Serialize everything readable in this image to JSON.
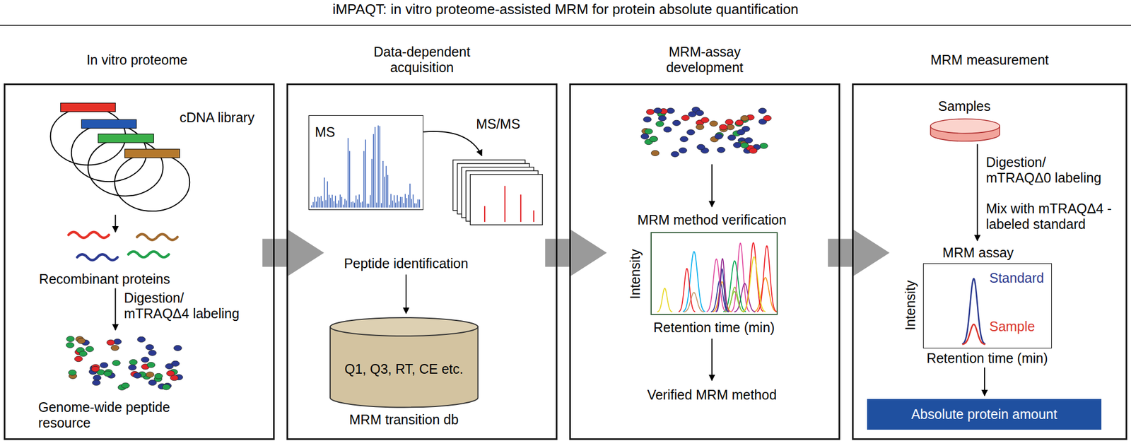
{
  "diagram": {
    "title": "iMPAQT: in vitro proteome-assisted MRM for protein absolute quantification",
    "nodes": [
      {
        "text": [
          "In vitro proteome",
          "cDNA library",
          "Recombinant proteins",
          "Digestion/ mTRAQΔ4 labeling",
          "Genome-wide peptide resource"
        ]
      },
      {
        "text": [
          "Data-dependent acquisition",
          "MS/MS",
          "Peptide identification"
        ]
      },
      {
        "text": [
          "MS"
        ],
        "in": 1
      },
      {
        "text": [
          "Q1, Q3, RT, CE etc.",
          "MRM transition db"
        ],
        "in": 1
      },
      {
        "text": [
          "MRM-assay development",
          "MRM method verification",
          "Verified MRM method"
        ]
      },
      {
        "text": [
          "Intensity",
          "Retention time (min)"
        ],
        "in": 4
      },
      {
        "text": [
          "MRM measurement",
          "Samples",
          "Digestion/ mTRAQΔ0 labeling",
          "Mix with mTRAQΔ4 -labeled standard",
          "MRM assay"
        ]
      },
      {
        "text": [
          "Standard",
          "Sample",
          "Intensity",
          "Retention time (min)"
        ],
        "in": 6
      },
      {
        "text": [
          "Absolute protein amount"
        ],
        "in": 6
      }
    ],
    "edges": [
      {
        "from": 0,
        "to": 1,
        "arrow": "to"
      },
      {
        "from": 1,
        "to": 4,
        "arrow": "to"
      },
      {
        "from": 4,
        "to": 6,
        "arrow": "to"
      }
    ]
  }
}
